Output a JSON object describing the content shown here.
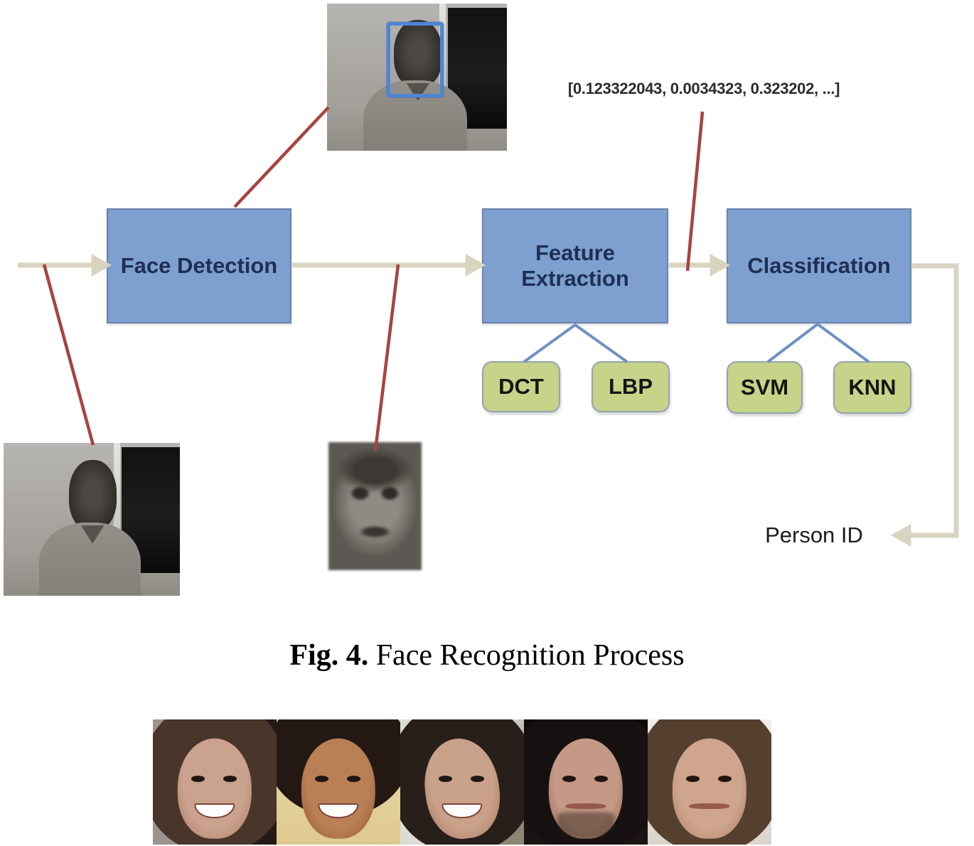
{
  "figure": {
    "caption": {
      "label": "Fig. 4.",
      "title": "Face Recognition Process"
    },
    "flow_boxes": [
      {
        "id": "face-detection",
        "label": "Face Detection"
      },
      {
        "id": "feature-extraction",
        "label": "Feature Extraction"
      },
      {
        "id": "classification",
        "label": "Classification"
      }
    ],
    "method_boxes": [
      {
        "group": "feature-extraction",
        "label": "DCT"
      },
      {
        "group": "feature-extraction",
        "label": "LBP"
      },
      {
        "group": "classification",
        "label": "SVM"
      },
      {
        "group": "classification",
        "label": "KNN"
      }
    ],
    "annotations": {
      "feature_vector": "[0.123322043, 0.0034323, 0.323202, ...]",
      "output_label": "Person ID"
    },
    "images": [
      {
        "name": "webcam-scene-with-detection-box",
        "description": "grayscale webcam frame of a man, blue face-detection rectangle"
      },
      {
        "name": "webcam-scene-original",
        "description": "grayscale webcam frame of a man, no detection box"
      },
      {
        "name": "cropped-face",
        "description": "grayscale cropped face region"
      },
      {
        "name": "gallery-face-1",
        "description": "color portrait, smiling woman with long brown hair"
      },
      {
        "name": "gallery-face-2",
        "description": "color portrait, smiling man with short dark hair"
      },
      {
        "name": "gallery-face-3",
        "description": "color portrait, smiling woman with dark hair, tilted head"
      },
      {
        "name": "gallery-face-4",
        "description": "color portrait, man with long dark hair and stubble"
      },
      {
        "name": "gallery-face-5",
        "description": "color portrait, woman with brown hair"
      }
    ],
    "colors": {
      "process_box_fill": "#7da0d0",
      "process_box_text": "#1e2f55",
      "method_box_fill": "#c6d388",
      "flow_arrow": "#d8d4c0",
      "annotation_line": "#a8433f",
      "connector_line": "#6e91c5",
      "detection_rect": "#4c86d6"
    }
  }
}
